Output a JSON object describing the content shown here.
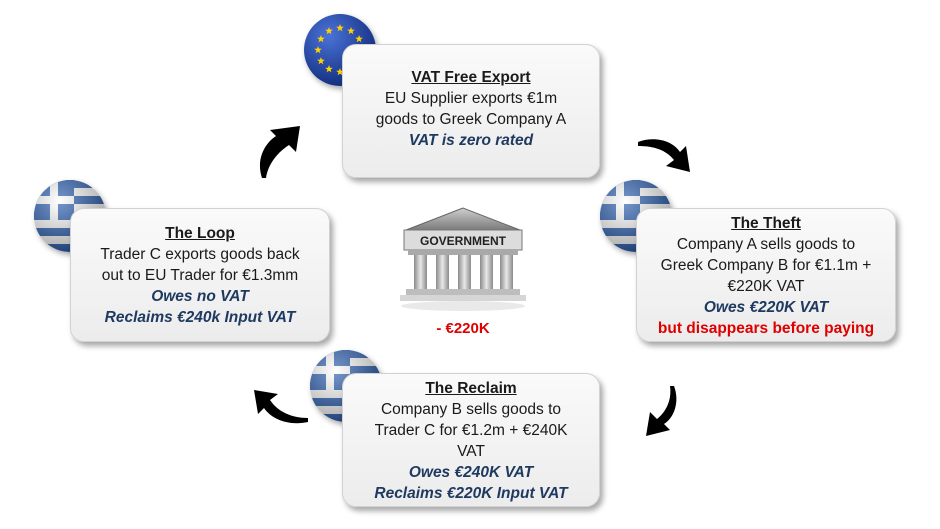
{
  "cards": {
    "export": {
      "title": "VAT Free Export",
      "line1": "EU Supplier exports €1m",
      "line2": "goods to Greek Company A",
      "vat": "VAT is zero rated"
    },
    "theft": {
      "title": "The Theft",
      "line1": "Company A sells goods to",
      "line2": "Greek Company B for €1.1m +",
      "line3": "€220K VAT",
      "owes": "Owes €220K VAT",
      "warning": "but disappears before paying"
    },
    "reclaim": {
      "title": "The Reclaim",
      "line1": "Company B sells goods to",
      "line2": "Trader C for €1.2m + €240K",
      "line3": "VAT",
      "owes": "Owes €240K VAT",
      "reclaims": "Reclaims €220K Input VAT"
    },
    "loop": {
      "title": "The Loop",
      "line1": "Trader C exports goods back",
      "line2": "out to EU Trader for €1.3mm",
      "owes": "Owes no VAT",
      "reclaims": "Reclaims €240k Input VAT"
    }
  },
  "center": {
    "building_label": "GOVERNMENT",
    "amount": "- €220K"
  },
  "flags": {
    "export": "eu-flag-icon",
    "theft": "greece-flag-icon",
    "reclaim": "greece-flag-icon",
    "loop": "greece-flag-icon"
  },
  "colors": {
    "emphasis": "#1f3a60",
    "warning": "#e00000",
    "eu_blue": "#1f45a8",
    "eu_star": "#ffd200",
    "greek_blue": "#2b5fb0"
  }
}
